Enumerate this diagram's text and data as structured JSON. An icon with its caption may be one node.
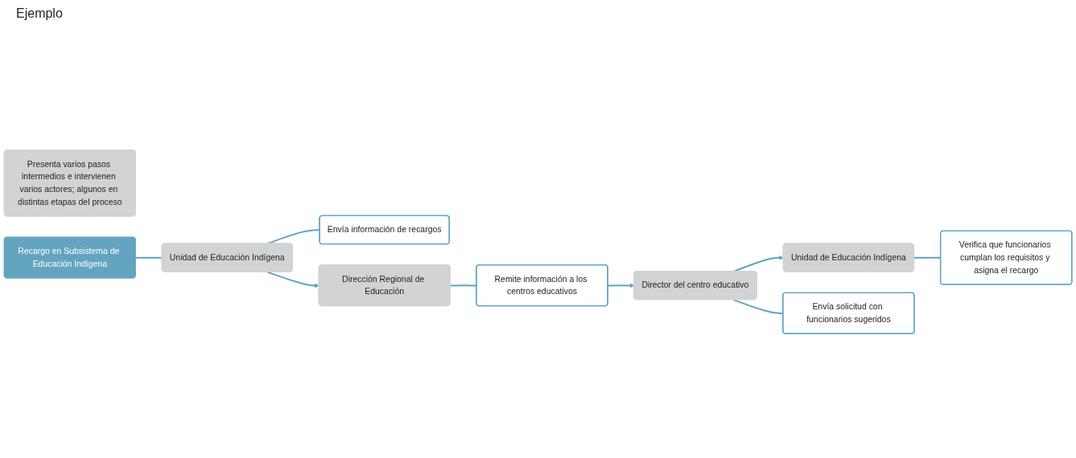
{
  "diagram": {
    "nodes": [
      {
        "text": [
          "Presenta varios pasos intermedios e intervienen varios actores; algunos en distintas etapas del proceso"
        ]
      },
      {
        "text": [
          "Recargo en Subsistema de Educación Indígena"
        ]
      },
      {
        "text": [
          "Unidad de Educación Indígena"
        ]
      },
      {
        "text": [
          "Envía información de recargos"
        ]
      },
      {
        "text": [
          "Dirección Regional de Educación"
        ]
      },
      {
        "text": [
          "Remite información a los centros educativos"
        ]
      },
      {
        "text": [
          "Unidad de Educación Indígena"
        ]
      },
      {
        "text": [
          "Verifica que funcionarios cumplan los requisitos y asigna el recargo"
        ]
      },
      {
        "text": [
          "Director del centro educativo"
        ]
      },
      {
        "text": [
          "Envía solicitud con funcionarios sugeridos"
        ]
      }
    ],
    "edges": [
      {
        "from": 1,
        "to": 2,
        "arrow": "none"
      },
      {
        "from": 2,
        "to": 4,
        "arrow": "to"
      },
      {
        "from": 2,
        "to": 3,
        "arrow": "none"
      },
      {
        "from": 4,
        "to": 5,
        "arrow": "none"
      },
      {
        "from": 5,
        "to": 8,
        "arrow": "to"
      },
      {
        "from": 8,
        "to": 6,
        "arrow": "to"
      },
      {
        "from": 6,
        "to": 7,
        "arrow": "none"
      },
      {
        "from": 8,
        "to": 9,
        "arrow": "none"
      }
    ],
    "labels": [
      "Ejemplo"
    ]
  }
}
